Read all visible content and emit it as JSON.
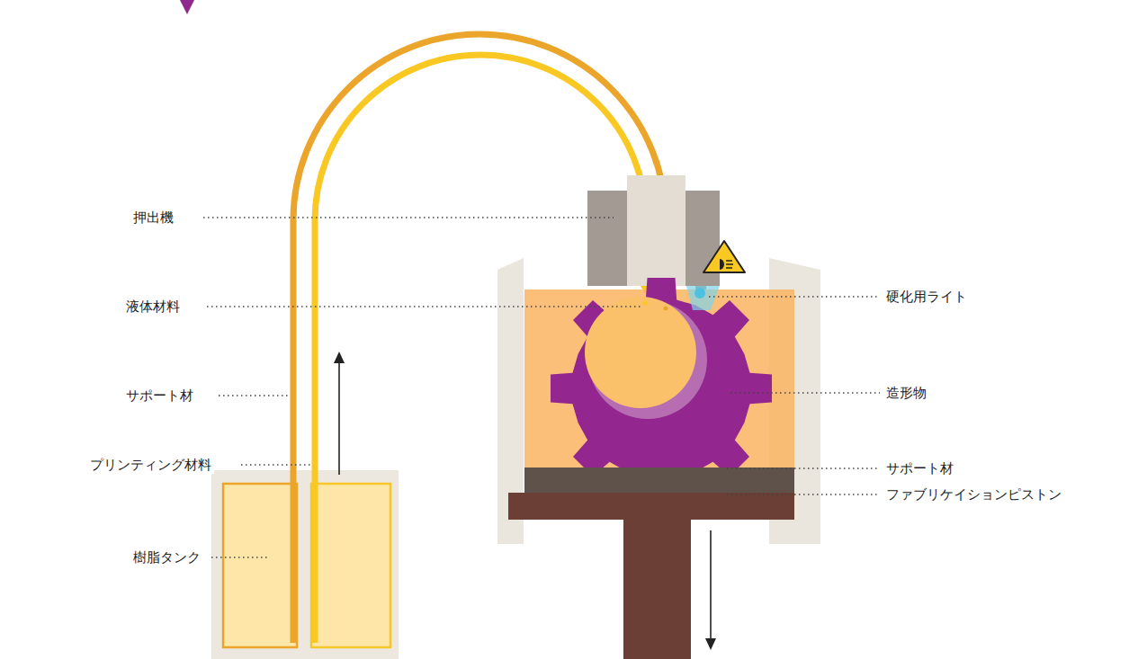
{
  "diagram": {
    "labels": [
      "押出機",
      "液体材料",
      "サポート材",
      "プリンティング材料",
      "樹脂タンク",
      "硬化用ライト",
      "造形物",
      "サポート材",
      "ファブリケイションピストン"
    ]
  }
}
